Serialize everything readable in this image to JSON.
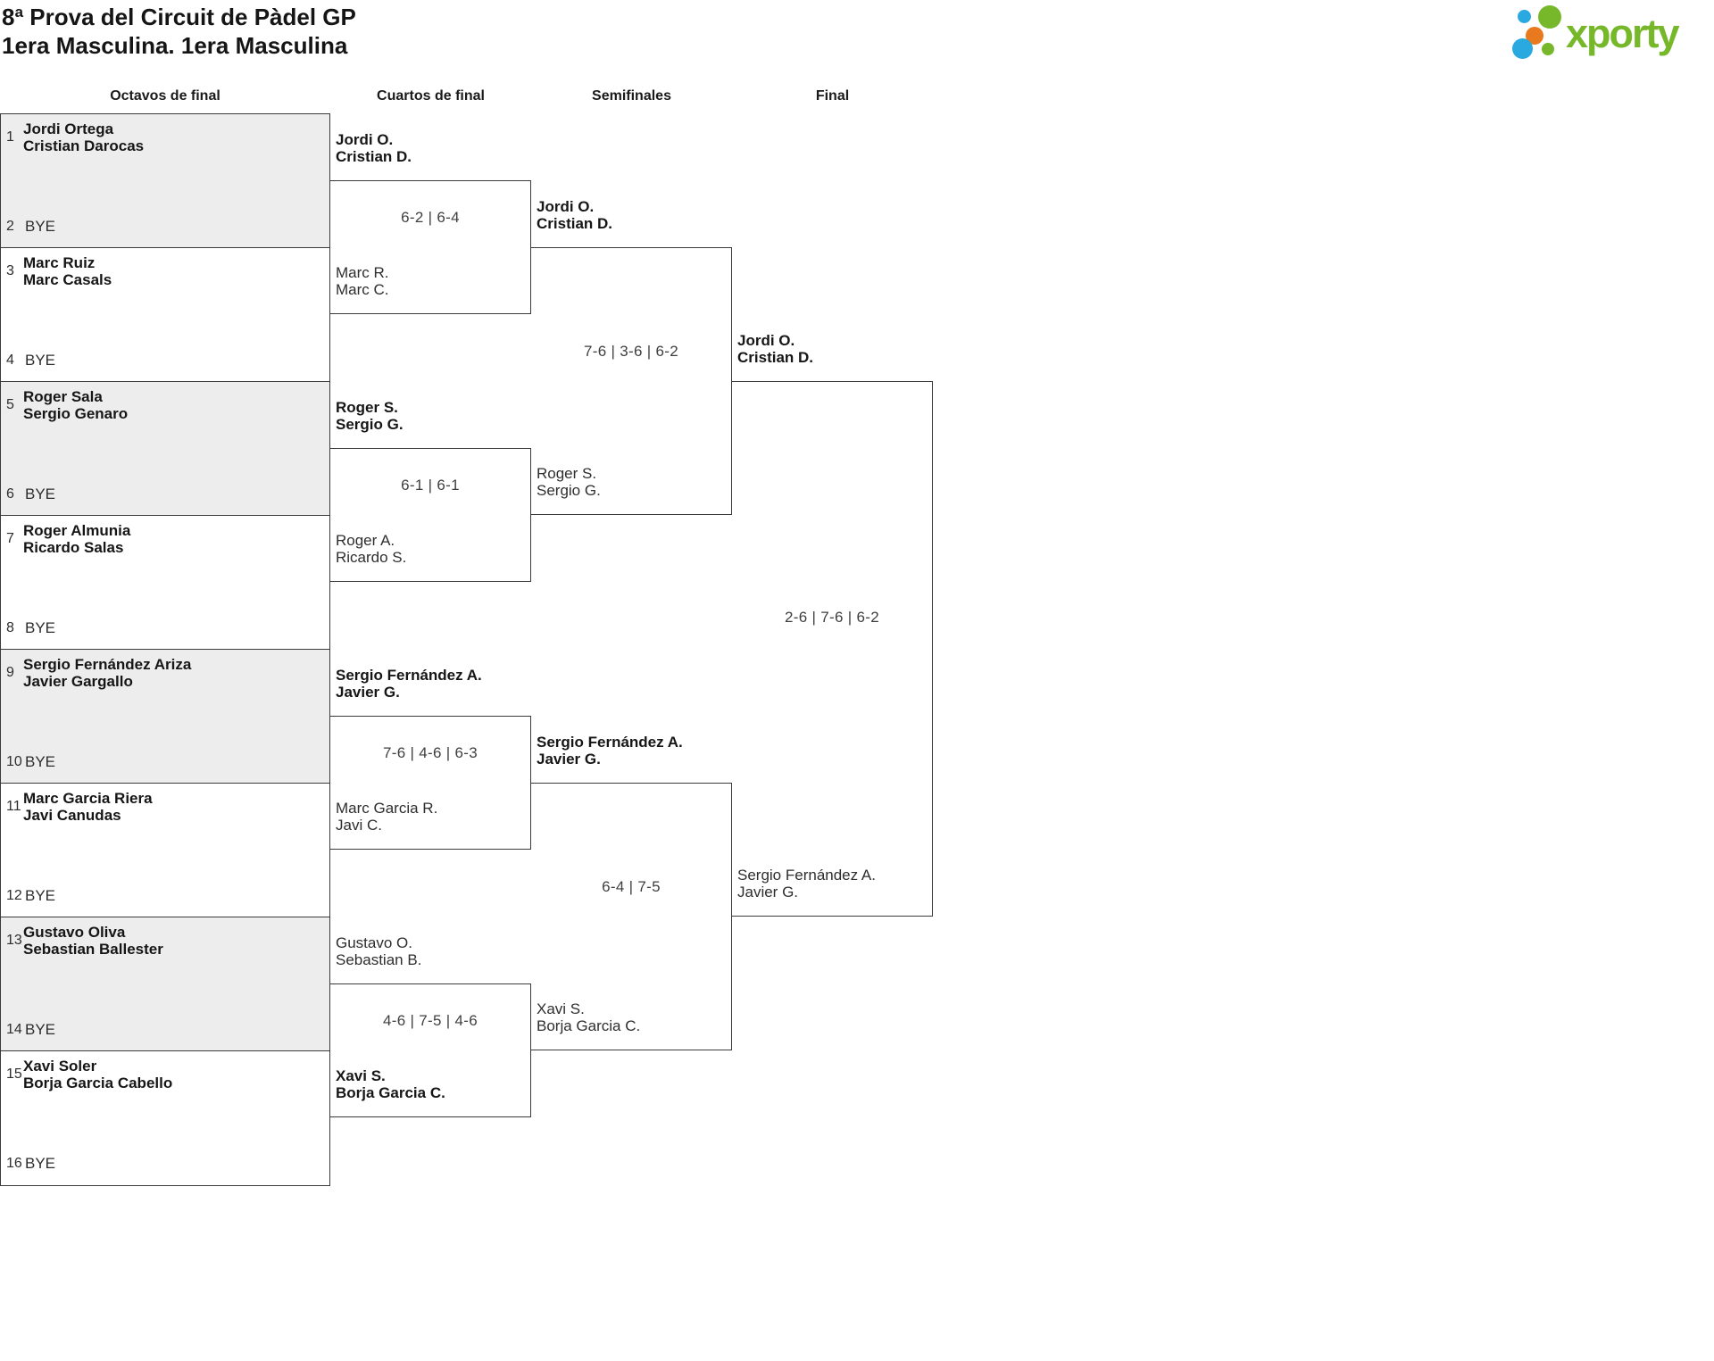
{
  "header": {
    "title": "8ª Prova del Circuit de Pàdel GP",
    "subtitle": "1era Masculina. 1era Masculina"
  },
  "logo": {
    "wordmark": "xporty"
  },
  "colors": {
    "green": "#76b82a",
    "blue": "#29a9e0",
    "orange": "#e8791e",
    "shade": "#ededee",
    "line": "#3a3a3a"
  },
  "rounds": {
    "headers": [
      "Octavos de final",
      "Cuartos de final",
      "Semifinales",
      "Final"
    ]
  },
  "bye_label": "BYE",
  "round_of_16": [
    {
      "seed": "1",
      "team": [
        "Jordi Ortega",
        "Cristian Darocas"
      ],
      "bye_seed": "2",
      "shaded": true
    },
    {
      "seed": "3",
      "team": [
        "Marc Ruiz",
        "Marc Casals"
      ],
      "bye_seed": "4",
      "shaded": false
    },
    {
      "seed": "5",
      "team": [
        "Roger Sala",
        "Sergio Genaro"
      ],
      "bye_seed": "6",
      "shaded": true
    },
    {
      "seed": "7",
      "team": [
        "Roger Almunia",
        "Ricardo Salas"
      ],
      "bye_seed": "8",
      "shaded": false
    },
    {
      "seed": "9",
      "team": [
        "Sergio Fernández Ariza",
        "Javier Gargallo"
      ],
      "bye_seed": "10",
      "shaded": true
    },
    {
      "seed": "11",
      "team": [
        "Marc Garcia Riera",
        "Javi Canudas"
      ],
      "bye_seed": "12",
      "shaded": false
    },
    {
      "seed": "13",
      "team": [
        "Gustavo Oliva",
        "Sebastian Ballester"
      ],
      "bye_seed": "14",
      "shaded": true
    },
    {
      "seed": "15",
      "team": [
        "Xavi Soler",
        "Borja Garcia Cabello"
      ],
      "bye_seed": "16",
      "shaded": false
    }
  ],
  "quarterfinals": [
    {
      "top": [
        "Jordi O.",
        "Cristian D."
      ],
      "top_winner": true,
      "score": "6-2 | 6-4",
      "bottom": [
        "Marc R.",
        "Marc C."
      ],
      "bottom_winner": false
    },
    {
      "top": [
        "Roger S.",
        "Sergio G."
      ],
      "top_winner": true,
      "score": "6-1 | 6-1",
      "bottom": [
        "Roger A.",
        "Ricardo S."
      ],
      "bottom_winner": false
    },
    {
      "top": [
        "Sergio Fernández A.",
        "Javier G."
      ],
      "top_winner": true,
      "score": "7-6 | 4-6 | 6-3",
      "bottom": [
        "Marc Garcia R.",
        "Javi C."
      ],
      "bottom_winner": false
    },
    {
      "top": [
        "Gustavo O.",
        "Sebastian B."
      ],
      "top_winner": false,
      "score": "4-6 | 7-5 | 4-6",
      "bottom": [
        "Xavi S.",
        "Borja Garcia C."
      ],
      "bottom_winner": true
    }
  ],
  "semifinals": [
    {
      "top": [
        "Jordi O.",
        "Cristian D."
      ],
      "top_winner": true,
      "score": "7-6 | 3-6 | 6-2",
      "bottom": [
        "Roger S.",
        "Sergio G."
      ],
      "bottom_winner": false
    },
    {
      "top": [
        "Sergio Fernández A.",
        "Javier G."
      ],
      "top_winner": true,
      "score": "6-4 | 7-5",
      "bottom": [
        "Xavi S.",
        "Borja Garcia C."
      ],
      "bottom_winner": false
    }
  ],
  "final": [
    {
      "top": [
        "Jordi O.",
        "Cristian D."
      ],
      "top_winner": true,
      "score": "2-6 | 7-6 | 6-2",
      "bottom": [
        "Sergio Fernández A.",
        "Javier G."
      ],
      "bottom_winner": false
    }
  ]
}
